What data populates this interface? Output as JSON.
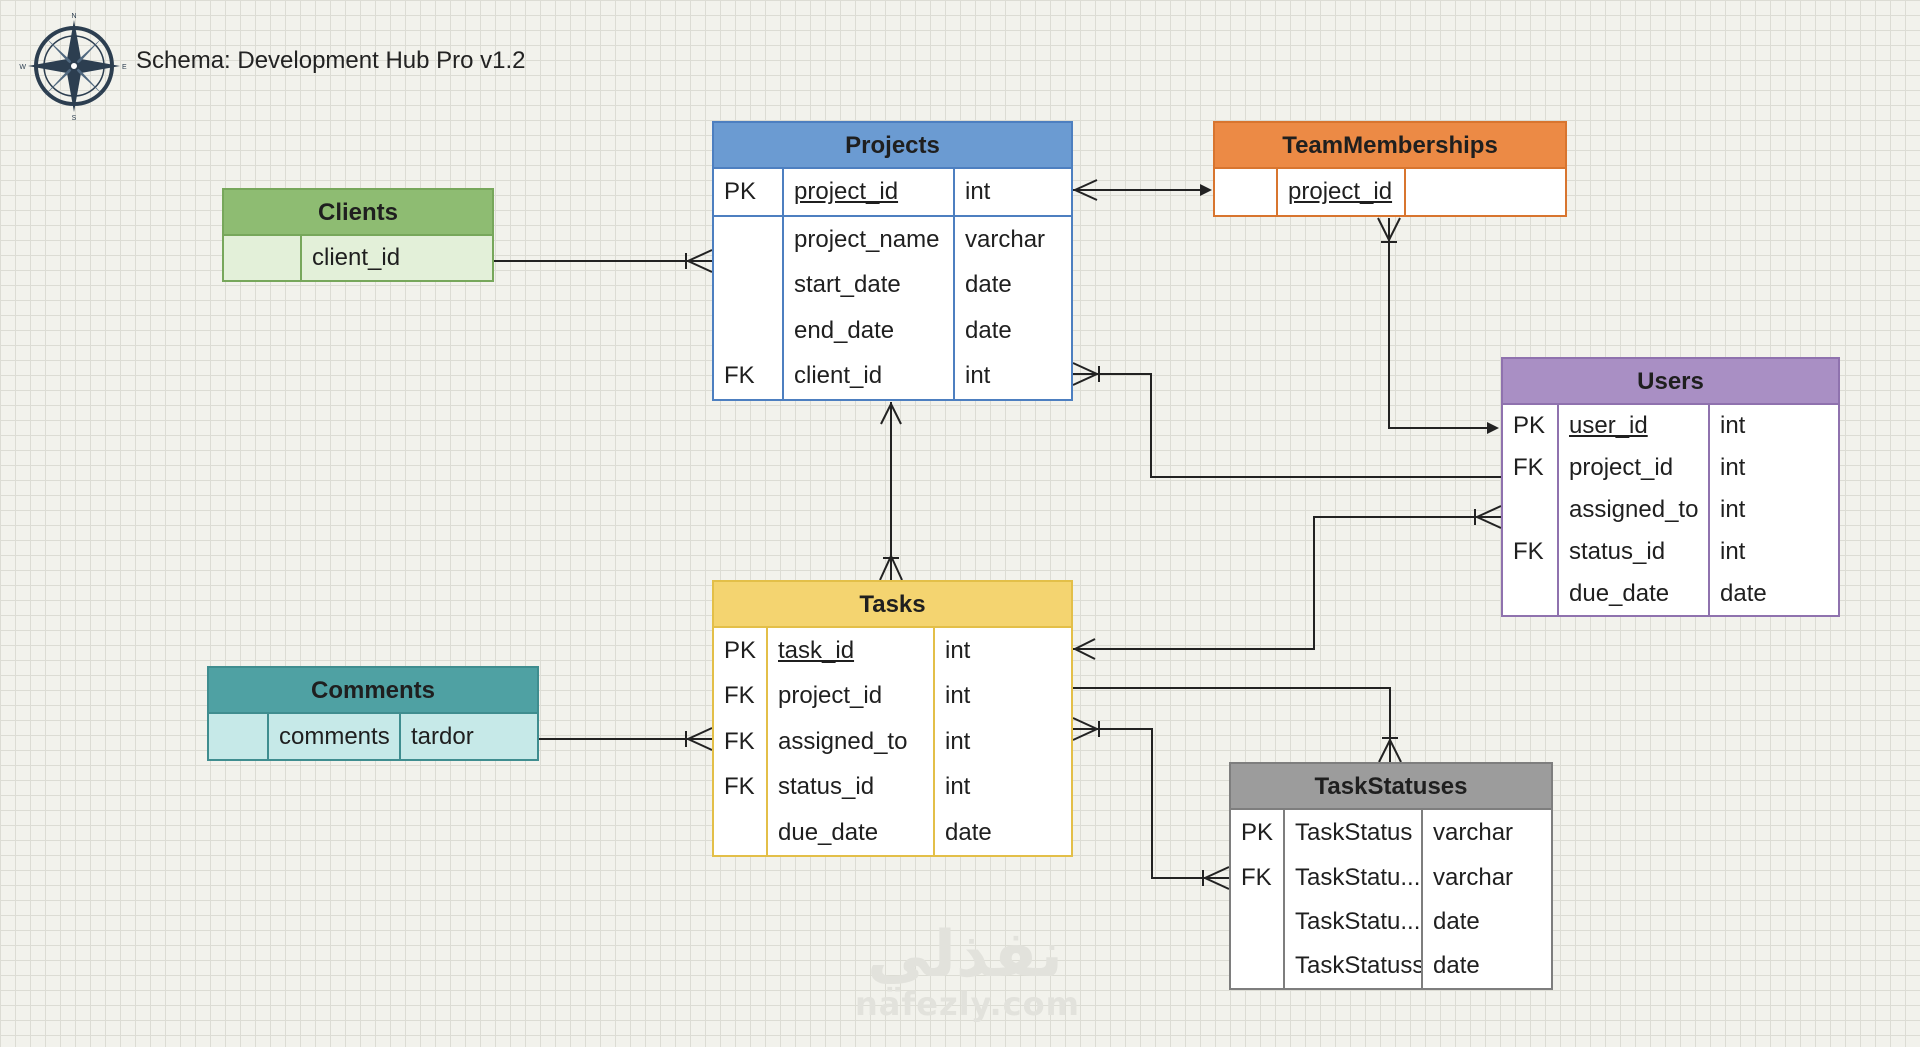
{
  "diagram": {
    "title": "Schema: Development Hub Pro v1.2"
  },
  "compass": {
    "n": "N",
    "s": "S",
    "e": "E",
    "w": "W"
  },
  "entities": {
    "projects": {
      "name": "Projects",
      "header_color": "#6b9bd2",
      "border_color": "#4d7fc0",
      "rows": [
        {
          "key": "PK",
          "field": "project_id",
          "type": "int"
        },
        {
          "key": "",
          "field": "project_name",
          "type": "varchar"
        },
        {
          "key": "",
          "field": "start_date",
          "type": "date"
        },
        {
          "key": "",
          "field": "end_date",
          "type": "date"
        },
        {
          "key": "FK",
          "field": "client_id",
          "type": "int"
        }
      ]
    },
    "clients": {
      "name": "Clients",
      "header_color": "#8ebc72",
      "border_color": "#77a75b",
      "body_color": "#e3f0d9",
      "rows": [
        {
          "key": "",
          "field": "client_id"
        }
      ]
    },
    "team_memberships": {
      "name": "TeamMemberships",
      "header_color": "#ec8a45",
      "border_color": "#d8752f",
      "rows": [
        {
          "key": "",
          "field": "project_id",
          "type": ""
        }
      ]
    },
    "users": {
      "name": "Users",
      "header_color": "#a98fc4",
      "border_color": "#8f72ae",
      "rows": [
        {
          "key": "PK",
          "field": "user_id",
          "type": "int"
        },
        {
          "key": "FK",
          "field": "project_id",
          "type": "int"
        },
        {
          "key": "",
          "field": "assigned_to",
          "type": "int"
        },
        {
          "key": "FK",
          "field": "status_id",
          "type": "int"
        },
        {
          "key": "",
          "field": "due_date",
          "type": "date"
        }
      ]
    },
    "tasks": {
      "name": "Tasks",
      "header_color": "#f4d470",
      "border_color": "#e3bf48",
      "rows": [
        {
          "key": "PK",
          "field": "task_id",
          "type": "int"
        },
        {
          "key": "FK",
          "field": "project_id",
          "type": "int"
        },
        {
          "key": "FK",
          "field": "assigned_to",
          "type": "int"
        },
        {
          "key": "FK",
          "field": "status_id",
          "type": "int"
        },
        {
          "key": "",
          "field": "due_date",
          "type": "date"
        }
      ]
    },
    "comments": {
      "name": "Comments",
      "header_color": "#4fa1a3",
      "border_color": "#3f8d8f",
      "body_color": "#c6e9e8",
      "rows": [
        {
          "key": "",
          "field": "comments",
          "type": "tardor"
        }
      ]
    },
    "task_statuses": {
      "name": "TaskStatuses",
      "header_color": "#9c9c9c",
      "border_color": "#7e7e7e",
      "rows": [
        {
          "key": "PK",
          "field": "TaskStatus",
          "type": "varchar"
        },
        {
          "key": "FK",
          "field": "TaskStatu...",
          "type": "varchar"
        },
        {
          "key": "",
          "field": "TaskStatu...",
          "type": "date"
        },
        {
          "key": "",
          "field": "TaskStatuss",
          "type": "date"
        }
      ]
    }
  },
  "watermark": {
    "arabic": "نفذلي",
    "latin": "nafezly.com"
  }
}
